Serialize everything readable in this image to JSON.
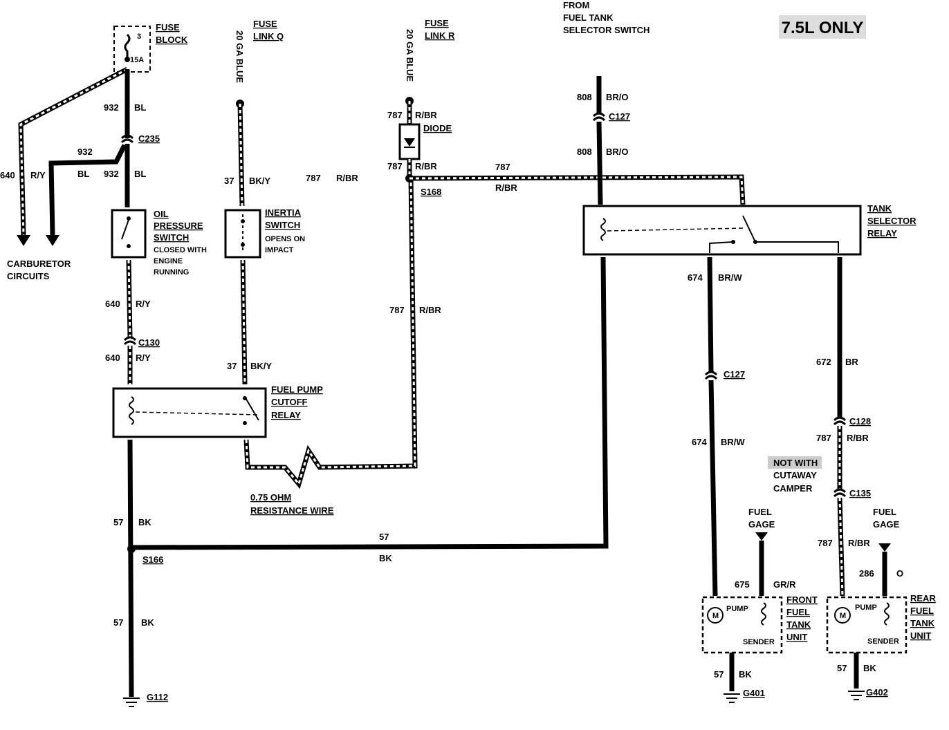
{
  "badge": "7.5L ONLY",
  "fuse_block": {
    "title1": "FUSE",
    "title2": "BLOCK",
    "num": "3",
    "amp": "15A"
  },
  "fuse_link_q": {
    "t1": "FUSE",
    "t2": "LINK Q",
    "gauge": "20 GA BLUE"
  },
  "fuse_link_r": {
    "t1": "FUSE",
    "t2": "LINK R",
    "gauge": "20 GA BLUE"
  },
  "from_switch": {
    "l1": "FROM",
    "l2": "FUEL TANK",
    "l3": "SELECTOR SWITCH"
  },
  "carb": {
    "l1": "CARBURETOR",
    "l2": "CIRCUITS"
  },
  "oil_switch": {
    "l1": "OIL",
    "l2": "PRESSURE",
    "l3": "SWITCH",
    "l4": "CLOSED WITH",
    "l5": "ENGINE",
    "l6": "RUNNING"
  },
  "inertia": {
    "l1": "INERTIA",
    "l2": "SWITCH",
    "l3": "OPENS ON",
    "l4": "IMPACT"
  },
  "diode": "DIODE",
  "relay_cutoff": {
    "l1": "FUEL PUMP",
    "l2": "CUTOFF",
    "l3": "RELAY"
  },
  "tank_relay": {
    "l1": "TANK",
    "l2": "SELECTOR",
    "l3": "RELAY"
  },
  "resistance": {
    "l1": "0.75 OHM",
    "l2": "RESISTANCE WIRE"
  },
  "not_with": {
    "l1": "NOT WITH",
    "l2": "CUTAWAY",
    "l3": "CAMPER"
  },
  "front_unit": {
    "l1": "FRONT",
    "l2": "FUEL",
    "l3": "TANK",
    "l4": "UNIT",
    "pump": "PUMP",
    "sender": "SENDER",
    "m": "M"
  },
  "rear_unit": {
    "l1": "REAR",
    "l2": "FUEL",
    "l3": "TANK",
    "l4": "UNIT",
    "pump": "PUMP",
    "sender": "SENDER",
    "m": "M"
  },
  "fuel_gage": {
    "l1": "FUEL",
    "l2": "GAGE"
  },
  "connectors": {
    "c235": "C235",
    "c130": "C130",
    "c127a": "C127",
    "c127b": "C127",
    "c128": "C128",
    "c135": "C135"
  },
  "splices": {
    "s168": "S168",
    "s166": "S166"
  },
  "grounds": {
    "g112": "G112",
    "g401": "G401",
    "g402": "G402"
  },
  "wire_labels": {
    "w932a_n": "932",
    "w932a_c": "BL",
    "w932b_n": "932",
    "w932b_c": "BL",
    "w932c_n": "932",
    "w932c_c": "BL",
    "w640a_n": "640",
    "w640a_c": "R/Y",
    "w640b_n": "640",
    "w640b_c": "R/Y",
    "w640c_n": "640",
    "w640c_c": "R/Y",
    "w37a_n": "37",
    "w37a_c": "BK/Y",
    "w37b_n": "37",
    "w37b_c": "BK/Y",
    "w787a_n": "787",
    "w787a_c": "R/BR",
    "w787b_n": "787",
    "w787b_c": "R/BR",
    "w787c_n": "787",
    "w787c_c": "R/BR",
    "w787d_n": "787",
    "w787d_c": "R/BR",
    "w787e_n": "787",
    "w787e_c": "R/BR",
    "w787f_n": "787",
    "w787f_c": "R/BR",
    "w787g_n": "787",
    "w787g_c": "R/BR",
    "w808a_n": "808",
    "w808a_c": "BR/O",
    "w808b_n": "808",
    "w808b_c": "BR/O",
    "w674a_n": "674",
    "w674a_c": "BR/W",
    "w674b_n": "674",
    "w674b_c": "BR/W",
    "w672_n": "672",
    "w672_c": "BR",
    "w57a_n": "57",
    "w57a_c": "BK",
    "w57b_n": "57",
    "w57b_c": "BK",
    "w57c_n": "57",
    "w57c_c": "BK",
    "w57d_n": "57",
    "w57d_c": "BK",
    "w57e_n": "57",
    "w57e_c": "BK",
    "w675_n": "675",
    "w675_c": "GR/R",
    "w286_n": "286",
    "w286_c": "O"
  }
}
